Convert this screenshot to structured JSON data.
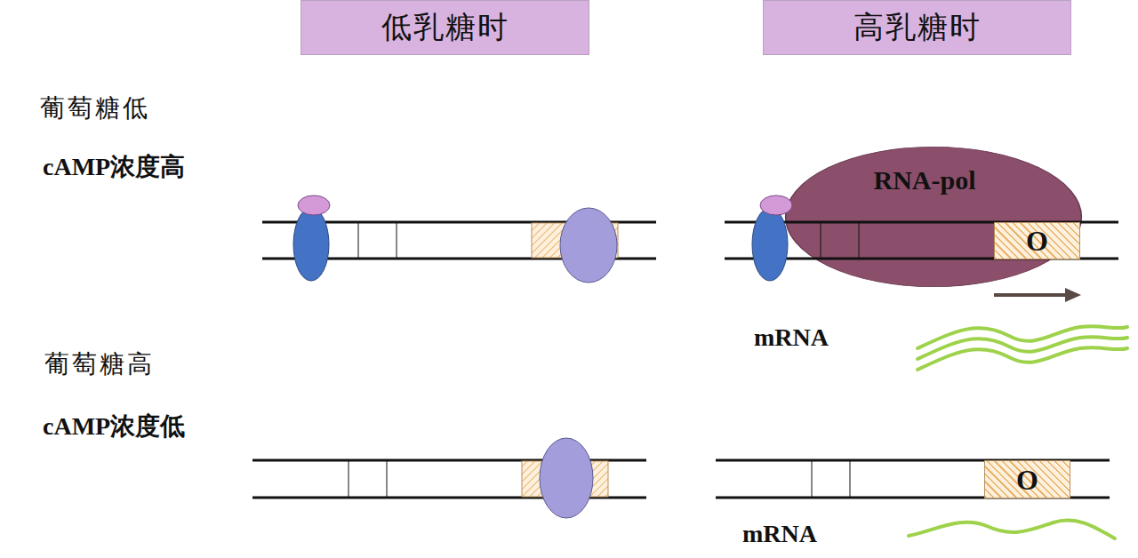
{
  "diagram": {
    "nodes": [
      {
        "text": [
          "低乳糖时"
        ]
      },
      {
        "text": [
          "高乳糖时"
        ]
      },
      {
        "text": [
          "RNA-pol"
        ]
      },
      {
        "text": [
          "O"
        ]
      },
      {
        "text": [
          "O"
        ]
      }
    ],
    "labels": [
      "葡萄糖低",
      "cAMP浓度高",
      "mRNA",
      "葡萄糖高",
      "cAMP浓度低",
      "mRNA"
    ]
  }
}
